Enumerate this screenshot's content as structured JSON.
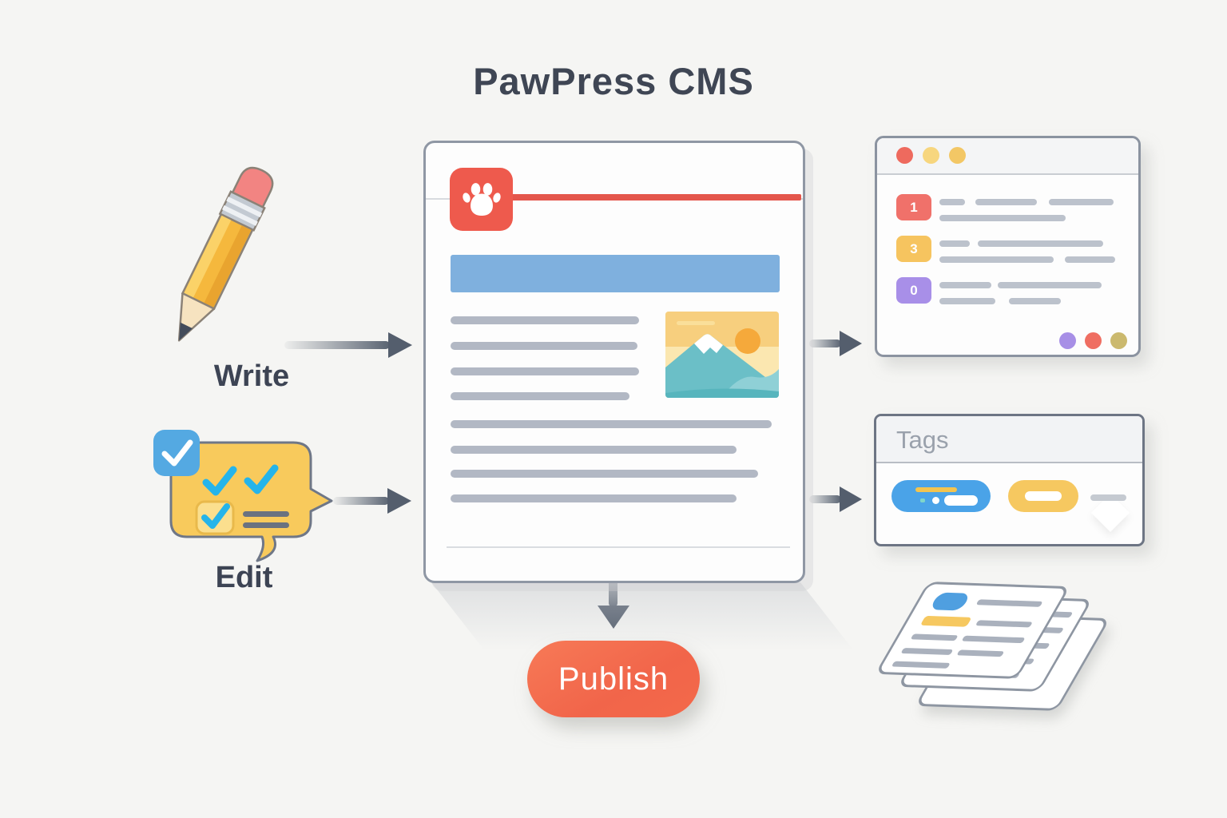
{
  "title": "PawPress CMS",
  "workflow": {
    "write_label": "Write",
    "edit_label": "Edit",
    "publish_label": "Publish"
  },
  "editor_window": {
    "icon": "paw-icon",
    "title_bar_color": "#7fb0de",
    "accent_line_color": "#e4564c"
  },
  "list_panel": {
    "traffic_dot_colors": [
      "#ee6a5e",
      "#f7d67e",
      "#f3c765"
    ],
    "items": [
      {
        "badge": "1",
        "badge_color": "#f0716a"
      },
      {
        "badge": "3",
        "badge_color": "#f6c45f"
      },
      {
        "badge": "0",
        "badge_color": "#a88fe8"
      }
    ],
    "footer_dot_colors": [
      "#a78fe6",
      "#ef6e62",
      "#cbb96e"
    ]
  },
  "tags_panel": {
    "header": "Tags",
    "tag_colors": [
      "#4aa3e8",
      "#f6c860"
    ]
  },
  "colors": {
    "background": "#f5f5f3",
    "heading_text": "#3f4654",
    "label_text": "#3d4454",
    "publish_button": "#f4694a",
    "arrow": "#5a6472",
    "paw_red": "#ee5a4d"
  }
}
